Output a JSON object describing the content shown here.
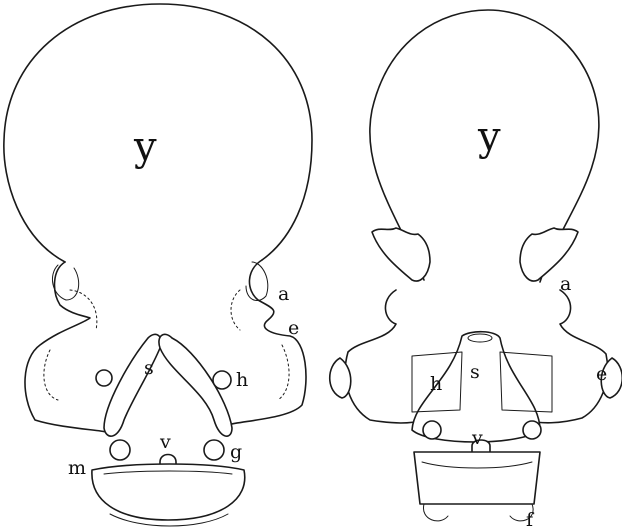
{
  "figure": {
    "left": {
      "labels": {
        "y": "y",
        "a": "a",
        "e": "e",
        "s": "s",
        "h": "h",
        "v": "v",
        "g": "g",
        "m": "m"
      }
    },
    "right": {
      "labels": {
        "y": "y",
        "a": "a",
        "e": "e",
        "h": "h",
        "s": "s",
        "v": "v",
        "f": "f"
      }
    }
  }
}
